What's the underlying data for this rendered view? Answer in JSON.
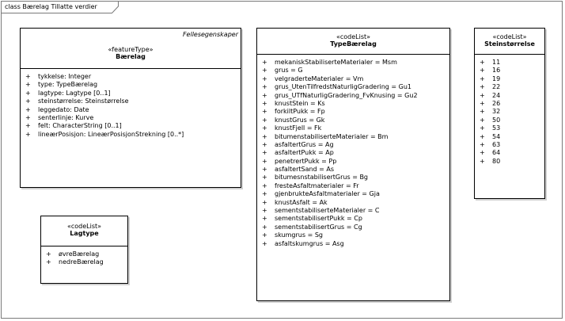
{
  "frame": {
    "title": "class Bærelag Tillatte verdier"
  },
  "classes": {
    "baerelag": {
      "package": "Fellesegenskaper",
      "stereotype": "«featureType»",
      "name": "Bærelag",
      "attributes": [
        {
          "vis": "+",
          "text": "tykkelse: Integer"
        },
        {
          "vis": "+",
          "text": "type: TypeBærelag"
        },
        {
          "vis": "+",
          "text": "lagtype: Lagtype [0..1]"
        },
        {
          "vis": "+",
          "text": "steinstørrelse: Steinstørrelse"
        },
        {
          "vis": "+",
          "text": "leggedato: Date"
        },
        {
          "vis": "+",
          "text": "senterlinje: Kurve"
        },
        {
          "vis": "+",
          "text": "felt: CharacterString [0..1]"
        },
        {
          "vis": "+",
          "text": "lineærPosisjon: LineærPosisjonStrekning [0..*]"
        }
      ]
    },
    "typebaerelag": {
      "stereotype": "«codeList»",
      "name": "TypeBærelag",
      "attributes": [
        {
          "vis": "+",
          "text": "mekaniskStabiliserteMaterialer = Msm"
        },
        {
          "vis": "+",
          "text": "grus = G"
        },
        {
          "vis": "+",
          "text": "velgraderteMaterialer = Vm"
        },
        {
          "vis": "+",
          "text": "grus_UtenTilfredstNaturligGradering = Gu1"
        },
        {
          "vis": "+",
          "text": "grus_UTfNaturligGradering_FvKnusing = Gu2"
        },
        {
          "vis": "+",
          "text": "knustStein = Ks"
        },
        {
          "vis": "+",
          "text": "forkiltPukk = Fp"
        },
        {
          "vis": "+",
          "text": "knustGrus = Gk"
        },
        {
          "vis": "+",
          "text": "knustFjell = Fk"
        },
        {
          "vis": "+",
          "text": "bitumenstabiliserteMaterialer = Bm"
        },
        {
          "vis": "+",
          "text": "asfaltertGrus = Ag"
        },
        {
          "vis": "+",
          "text": "asfaltertPukk = Ap"
        },
        {
          "vis": "+",
          "text": "penetrertPukk = Pp"
        },
        {
          "vis": "+",
          "text": "asfaltertSand = As"
        },
        {
          "vis": "+",
          "text": "bitumesnstabilisertGrus = Bg"
        },
        {
          "vis": "+",
          "text": "fresteAsfaltmaterialer = Fr"
        },
        {
          "vis": "+",
          "text": "gjenbrukteAsfaltmaterialer = Gja"
        },
        {
          "vis": "+",
          "text": "knustAsfalt = Ak"
        },
        {
          "vis": "+",
          "text": "sementstabiliserteMaterialer = C"
        },
        {
          "vis": "+",
          "text": "sementstabilisertPukk = Cp"
        },
        {
          "vis": "+",
          "text": "sementstabilisertGrus = Cg"
        },
        {
          "vis": "+",
          "text": "skumgrus = Sg"
        },
        {
          "vis": "+",
          "text": "asfaltskumgrus = Asg"
        }
      ]
    },
    "steinstorrelse": {
      "stereotype": "«codeList»",
      "name": "Steinstørrelse",
      "attributes": [
        {
          "vis": "+",
          "text": "11"
        },
        {
          "vis": "+",
          "text": "16"
        },
        {
          "vis": "+",
          "text": "19"
        },
        {
          "vis": "+",
          "text": "22"
        },
        {
          "vis": "+",
          "text": "24"
        },
        {
          "vis": "+",
          "text": "26"
        },
        {
          "vis": "+",
          "text": "32"
        },
        {
          "vis": "+",
          "text": "50"
        },
        {
          "vis": "+",
          "text": "53"
        },
        {
          "vis": "+",
          "text": "54"
        },
        {
          "vis": "+",
          "text": "63"
        },
        {
          "vis": "+",
          "text": "64"
        },
        {
          "vis": "+",
          "text": "80"
        }
      ]
    },
    "lagtype": {
      "stereotype": "«codeList»",
      "name": "Lagtype",
      "attributes": [
        {
          "vis": "+",
          "text": "øvreBærelag"
        },
        {
          "vis": "+",
          "text": "nedreBærelag"
        }
      ]
    }
  }
}
